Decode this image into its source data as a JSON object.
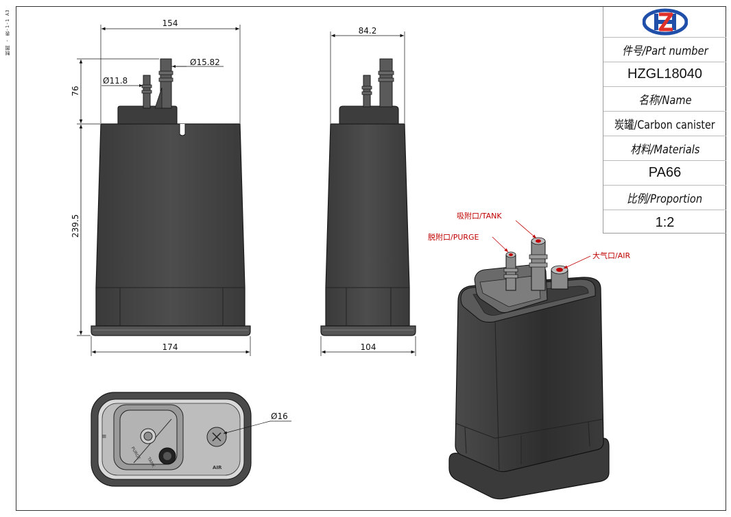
{
  "sheet": {
    "side_note": "制图 · 表-1-1  A3"
  },
  "title_block": {
    "logo": "hz-logo",
    "part_number_label": "件号/Part number",
    "part_number": "HZGL18040",
    "name_label": "名称/Name",
    "name": "炭罐/Carbon canister",
    "materials_label": "材料/Materials",
    "materials": "PA66",
    "proportion_label": "比例/Proportion",
    "proportion": "1:2"
  },
  "front_view": {
    "dim_width_top": "154",
    "dim_width_bottom": "174",
    "dim_height_nozzle": "76",
    "dim_height_body": "239.5",
    "dim_dia_large": "Ø15.82",
    "dim_dia_small": "Ø11.8"
  },
  "side_view": {
    "dim_width_top": "84.2",
    "dim_width_bottom": "104"
  },
  "bottom_view": {
    "dim_dia_air": "Ø16",
    "label_purge": "PURGE",
    "label_tank": "TANK",
    "label_air": "AIR"
  },
  "iso_view": {
    "callout_tank": "吸附口/TANK",
    "callout_purge": "脱附口/PURGE",
    "callout_air": "大气口/AIR"
  },
  "colors": {
    "body": "#4a4a4a",
    "body_dark": "#2f2f2f",
    "line": "#111111",
    "callout": "#c00000",
    "logo_blue": "#1f4fa8",
    "logo_red": "#e0302a"
  }
}
